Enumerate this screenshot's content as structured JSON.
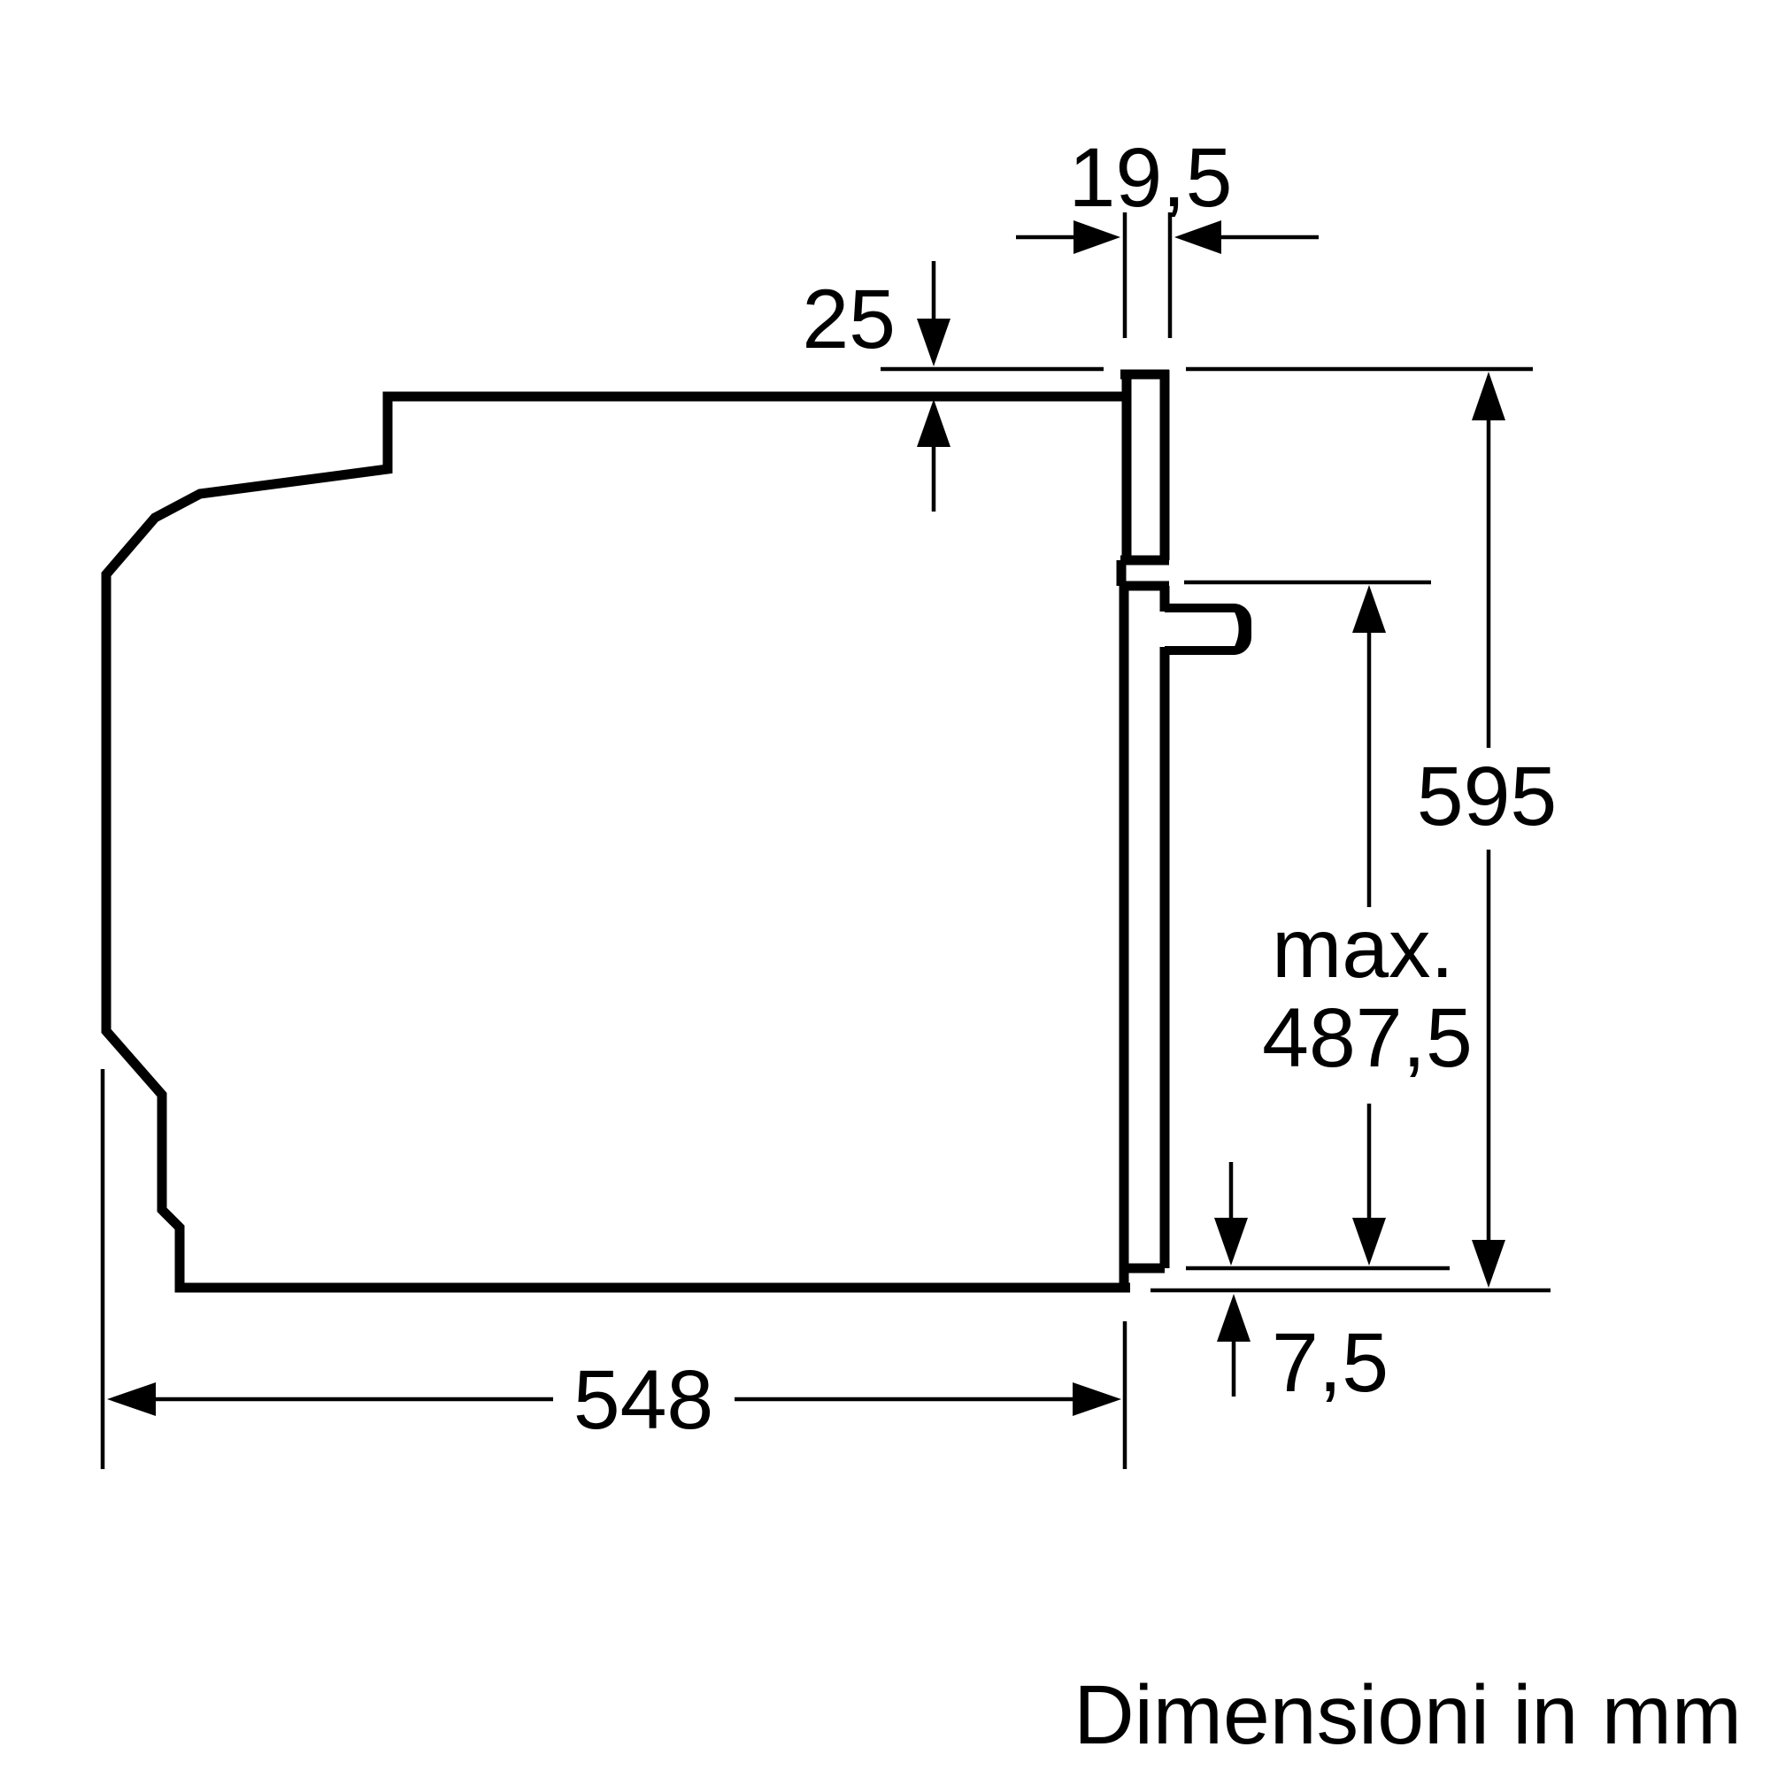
{
  "diagram": {
    "caption": "Dimensioni in mm",
    "colors": {
      "background": "#ffffff",
      "line": "#000000"
    },
    "dimensions": {
      "front_frame_thickness": "19,5",
      "top_overlap": "25",
      "front_height": "595",
      "door_max_prefix": "max.",
      "door_max_value": "487,5",
      "bottom_gap": "7,5",
      "body_depth": "548"
    }
  }
}
